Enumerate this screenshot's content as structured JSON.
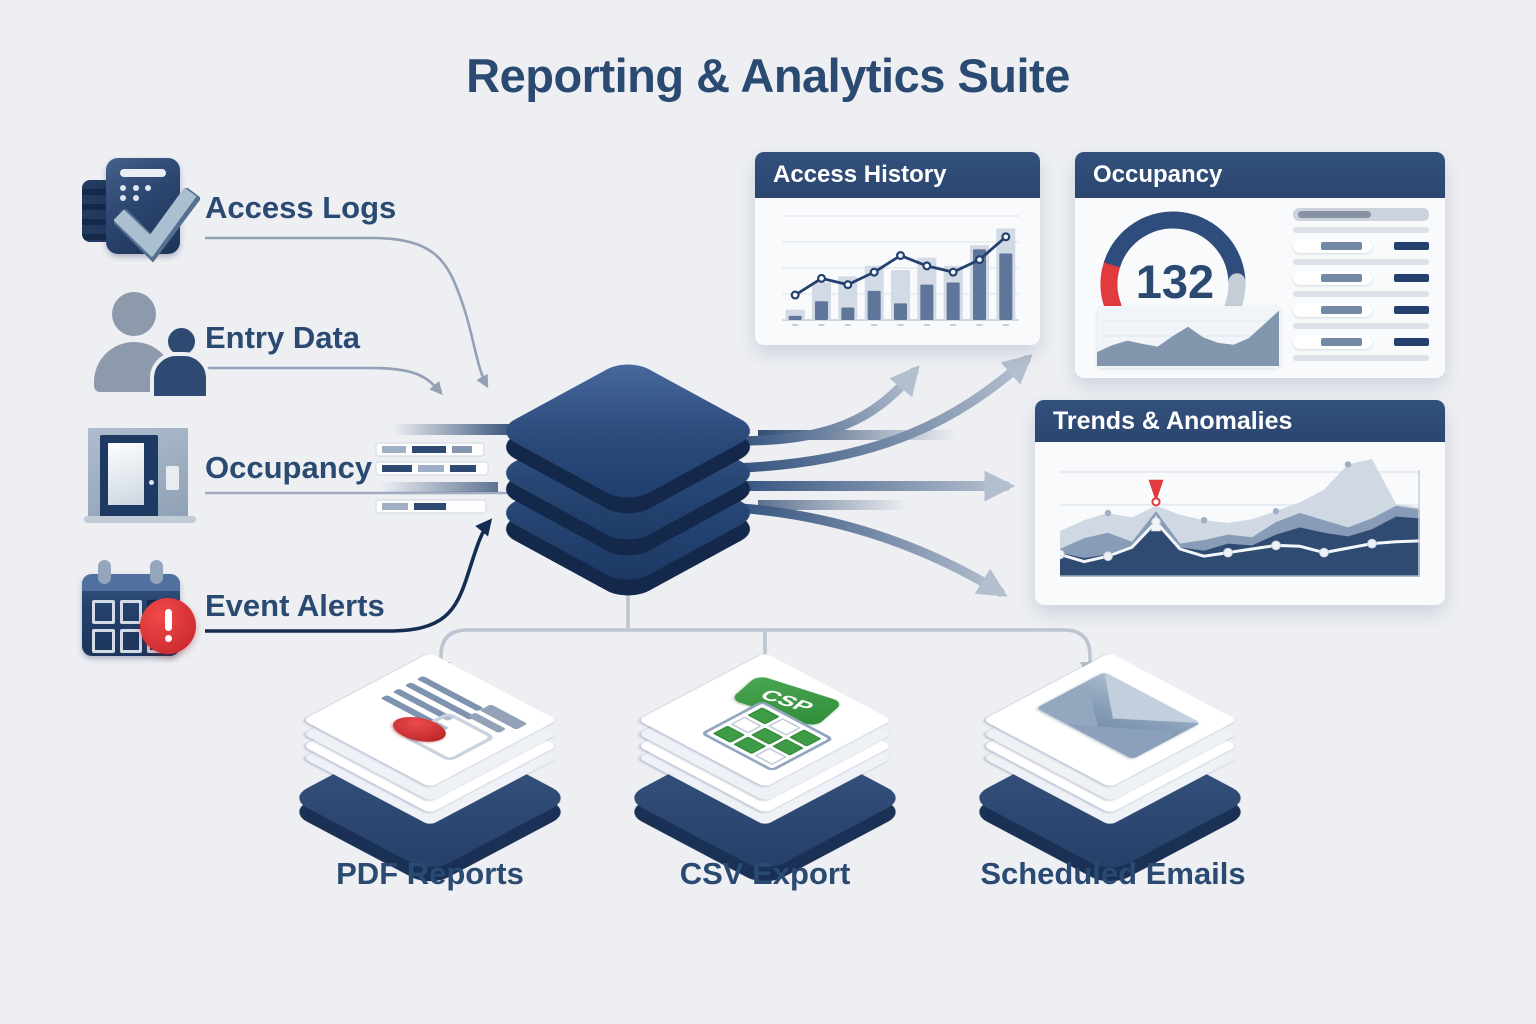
{
  "title": "Reporting & Analytics Suite",
  "sources": [
    {
      "label": "Access Logs"
    },
    {
      "label": "Entry Data"
    },
    {
      "label": "Occupancy"
    },
    {
      "label": "Event Alerts"
    }
  ],
  "cards": {
    "access_history": {
      "title": "Access History"
    },
    "occupancy": {
      "title": "Occupancy",
      "value": "132",
      "skeleton_rows": [
        "header",
        "thin",
        "data",
        "thin",
        "data",
        "thin",
        "data",
        "thin",
        "data",
        "thin"
      ]
    },
    "trends": {
      "title": "Trends & Anomalies"
    }
  },
  "outputs": [
    {
      "label": "PDF Reports"
    },
    {
      "label": "CSV Export",
      "badge": "CSP"
    },
    {
      "label": "Scheduled Emails"
    }
  ],
  "colors": {
    "background": "#edeff3",
    "navy_text": "#2b4a72",
    "card_header": "#2e4a70",
    "hub_navy": "#24416f",
    "arrow_gray": "#9fadc1",
    "alert_red": "#e23b3e",
    "csv_green": "#3f9c46"
  },
  "chart_data": [
    {
      "id": "access_history",
      "type": "bar",
      "title": "Access History",
      "categories": [
        "",
        "",
        "",
        "",
        "",
        "",
        "",
        "",
        ""
      ],
      "series": [
        {
          "name": "ghost-bars",
          "values": [
            2.5,
            9,
            10.5,
            13,
            12,
            15,
            13,
            18,
            22
          ]
        },
        {
          "name": "access-count-bars",
          "values": [
            1,
            4.5,
            3,
            7,
            4,
            8.5,
            9,
            17,
            16
          ]
        }
      ],
      "line": {
        "name": "trend-line",
        "values": [
          6,
          10,
          8.5,
          11.5,
          15.5,
          13,
          11.5,
          14.5,
          20
        ]
      },
      "xlabel": "",
      "ylabel": "",
      "ylim": [
        0,
        25
      ],
      "grid": true,
      "legend": false
    },
    {
      "id": "occupancy_gauge",
      "type": "gauge",
      "value": 132,
      "start_deg": 200,
      "end_deg": -20,
      "segments": [
        {
          "from": 0.0,
          "to": 0.17,
          "color": "#e23b3e"
        },
        {
          "from": 0.17,
          "to": 0.9,
          "color": "#2f4d7c"
        },
        {
          "from": 0.9,
          "to": 1.0,
          "color": "#c5cdd7"
        }
      ]
    },
    {
      "id": "occupancy_sparkline",
      "type": "area",
      "values": [
        3,
        4.5,
        5.5,
        4.8,
        4.2,
        6.5,
        8.5,
        6.2,
        5,
        4.6,
        6,
        9,
        12
      ],
      "ylim": [
        0,
        13
      ]
    },
    {
      "id": "trends_anomalies",
      "type": "area",
      "title": "Trends & Anomalies",
      "series": [
        {
          "name": "range-light",
          "values": [
            5,
            6.2,
            7,
            6.5,
            7.8,
            6.8,
            6.2,
            5.9,
            6.3,
            7.2,
            8.2,
            9.6,
            12.4,
            13,
            8,
            7.6
          ]
        },
        {
          "name": "band-mid",
          "values": [
            3,
            4.2,
            4.8,
            3.8,
            7.2,
            3.6,
            4,
            4.6,
            4.3,
            6,
            7,
            6.2,
            5.4,
            6.4,
            7.8,
            7.4
          ]
        },
        {
          "name": "band-dark",
          "values": [
            2.6,
            2,
            2.4,
            3.4,
            6.2,
            3.2,
            2.8,
            3.6,
            3.4,
            4.6,
            5.4,
            4.8,
            4.4,
            5.2,
            6.6,
            6.4
          ]
        }
      ],
      "line": {
        "name": "baseline-trend",
        "values": [
          2.4,
          1.6,
          2.2,
          3.2,
          6.0,
          3.0,
          2.2,
          2.6,
          3.0,
          3.4,
          3.3,
          2.6,
          3.1,
          3.6,
          3.8,
          3.9
        ],
        "marker_indices": [
          0,
          2,
          4,
          7,
          9,
          11,
          13
        ]
      },
      "anomaly_index": 4,
      "ylim": [
        0,
        14
      ],
      "grid": true
    }
  ]
}
